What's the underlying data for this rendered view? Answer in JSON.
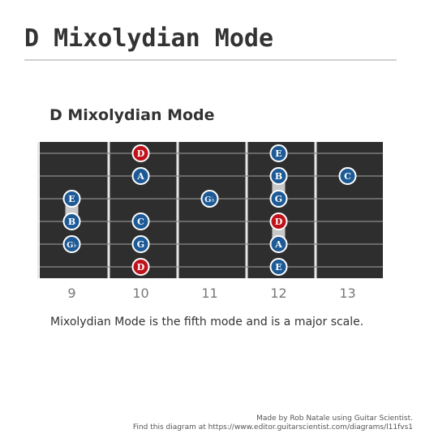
{
  "page": {
    "title": "D Mixolydian Mode"
  },
  "diagram": {
    "title": "D Mixolydian Mode",
    "description": "Mixolydian Mode is the fifth mode and is a major scale.",
    "frets": [
      "9",
      "10",
      "11",
      "12",
      "13"
    ],
    "strings": 6,
    "colors": {
      "board": "#2e2e2e",
      "fret_wire": "#e6e6e6",
      "string": "#8a8a8a",
      "note_fill": "#1d5a96",
      "root_fill": "#c0121b",
      "note_stroke": "#ffffff",
      "connector": "#c8c8c8",
      "fret_label": "#777777"
    },
    "notes": [
      {
        "string": 1,
        "fret": 10,
        "label": "D",
        "root": true
      },
      {
        "string": 1,
        "fret": 12,
        "label": "E",
        "root": false
      },
      {
        "string": 2,
        "fret": 10,
        "label": "A",
        "root": false
      },
      {
        "string": 2,
        "fret": 12,
        "label": "B",
        "root": false
      },
      {
        "string": 2,
        "fret": 13,
        "label": "C",
        "root": false
      },
      {
        "string": 3,
        "fret": 9,
        "label": "E",
        "root": false
      },
      {
        "string": 3,
        "fret": 11,
        "label": "G♭",
        "root": false
      },
      {
        "string": 3,
        "fret": 12,
        "label": "G",
        "root": false
      },
      {
        "string": 4,
        "fret": 9,
        "label": "B",
        "root": false
      },
      {
        "string": 4,
        "fret": 10,
        "label": "C",
        "root": false
      },
      {
        "string": 4,
        "fret": 12,
        "label": "D",
        "root": true
      },
      {
        "string": 5,
        "fret": 9,
        "label": "G♭",
        "root": false
      },
      {
        "string": 5,
        "fret": 10,
        "label": "G",
        "root": false
      },
      {
        "string": 5,
        "fret": 12,
        "label": "A",
        "root": false
      },
      {
        "string": 6,
        "fret": 10,
        "label": "D",
        "root": true
      },
      {
        "string": 6,
        "fret": 12,
        "label": "E",
        "root": false
      }
    ],
    "connectors": [
      {
        "fret": 9,
        "from_string": 3,
        "to_string": 4
      },
      {
        "fret": 12,
        "from_string": 2,
        "to_string": 3
      },
      {
        "fret": 12,
        "from_string": 4,
        "to_string": 5
      }
    ]
  },
  "footer": {
    "credit": "Made by Rob Natale using Guitar Scientist.",
    "link": "Find this diagram at https://www.editor.guitarscientist.com/diagrams/l11fvs1"
  }
}
